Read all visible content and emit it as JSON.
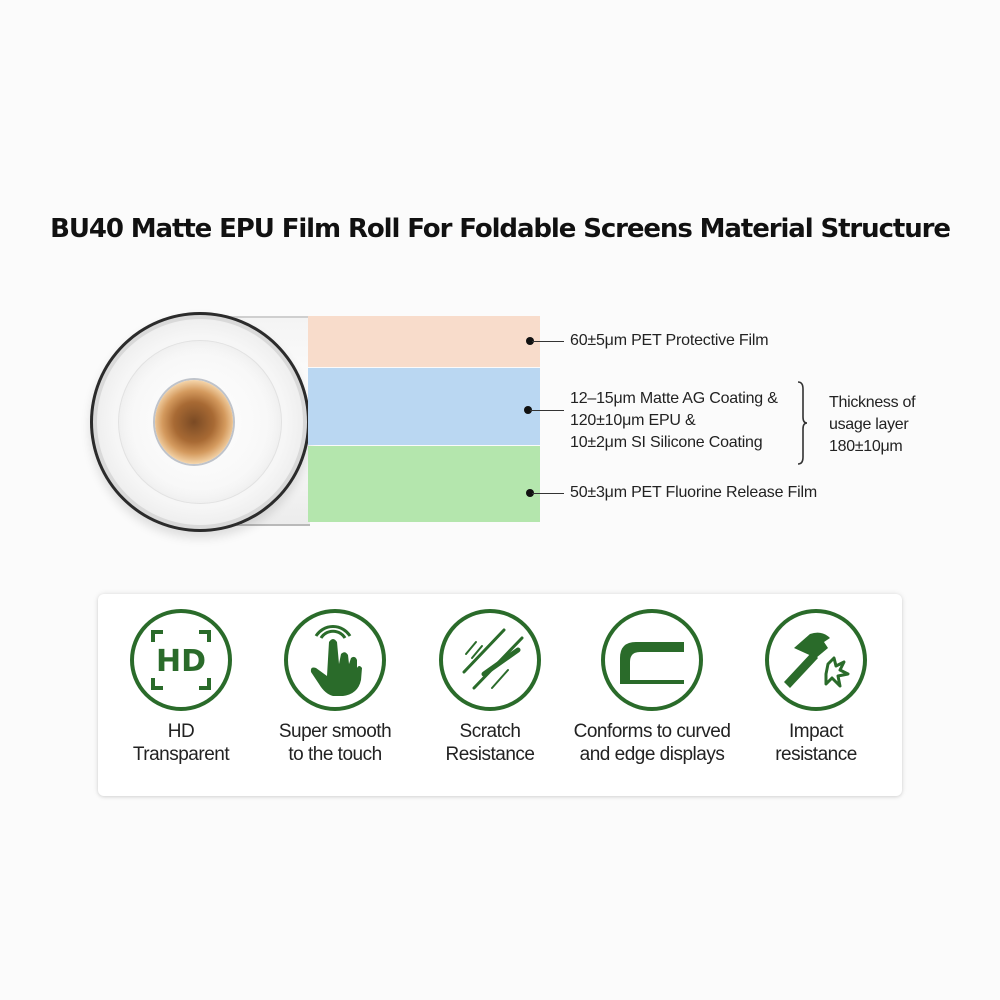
{
  "title": "BU40 Matte EPU Film Roll For Foldable Screens Material Structure",
  "colors": {
    "layer_top": "#f8dccb",
    "layer_middle": "#bad7f2",
    "layer_bottom": "#b4e6ad",
    "icon_green": "#2a6b2a"
  },
  "layers": [
    {
      "label_lines": [
        "60±5μm PET Protective Film"
      ]
    },
    {
      "label_lines": [
        "12–15μm Matte AG Coating &",
        "120±10μm EPU &",
        "10±2μm SI Silicone Coating"
      ]
    },
    {
      "label_lines": [
        "50±3μm PET Fluorine Release Film"
      ]
    }
  ],
  "thickness": {
    "lines": [
      "Thickness of",
      "usage layer",
      "180±10μm"
    ]
  },
  "features": [
    {
      "icon": "hd-icon",
      "icon_text": "HD",
      "label_lines": [
        "HD",
        "Transparent"
      ]
    },
    {
      "icon": "touch-hand-icon",
      "label_lines": [
        "Super smooth",
        "to the touch"
      ]
    },
    {
      "icon": "scratch-icon",
      "label_lines": [
        "Scratch",
        "Resistance"
      ]
    },
    {
      "icon": "curved-edge-icon",
      "label_lines": [
        "Conforms to curved",
        "and edge displays"
      ]
    },
    {
      "icon": "hammer-impact-icon",
      "label_lines": [
        "Impact",
        "resistance"
      ]
    }
  ]
}
